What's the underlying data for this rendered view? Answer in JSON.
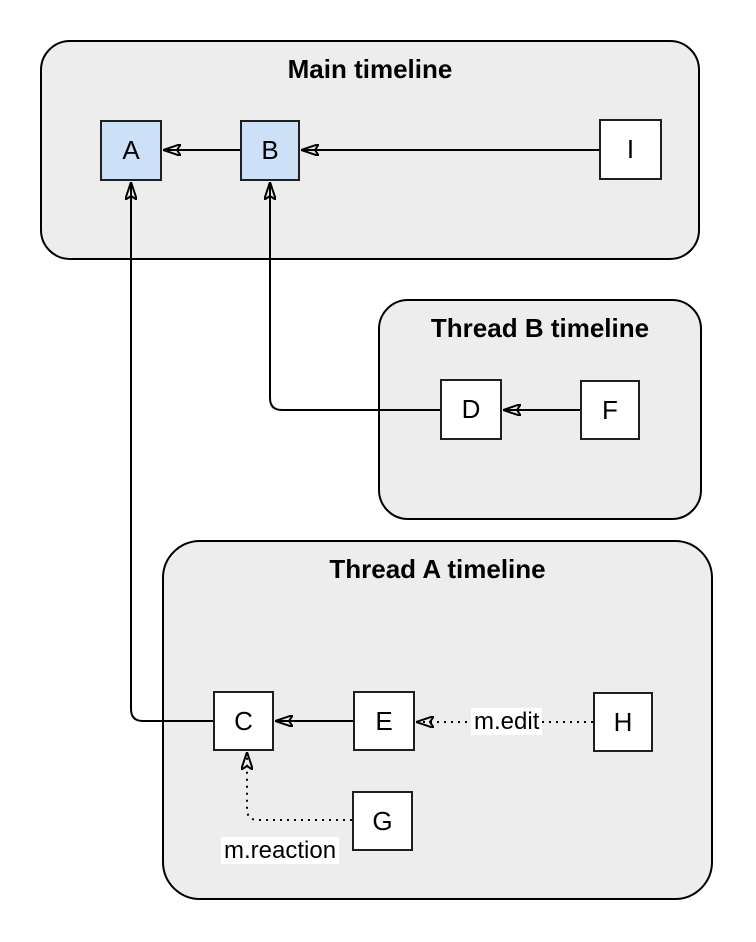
{
  "diagram": {
    "containers": [
      {
        "id": "main",
        "title": "Main timeline"
      },
      {
        "id": "thread-b",
        "title": "Thread B timeline"
      },
      {
        "id": "thread-a",
        "title": "Thread A timeline"
      }
    ],
    "nodes": [
      {
        "id": "A",
        "label": "A",
        "style": "highlighted",
        "timeline": "main"
      },
      {
        "id": "B",
        "label": "B",
        "style": "highlighted",
        "timeline": "main"
      },
      {
        "id": "I",
        "label": "I",
        "style": "plain",
        "timeline": "main"
      },
      {
        "id": "D",
        "label": "D",
        "style": "plain",
        "timeline": "thread-b"
      },
      {
        "id": "F",
        "label": "F",
        "style": "plain",
        "timeline": "thread-b"
      },
      {
        "id": "C",
        "label": "C",
        "style": "plain",
        "timeline": "thread-a"
      },
      {
        "id": "E",
        "label": "E",
        "style": "plain",
        "timeline": "thread-a"
      },
      {
        "id": "H",
        "label": "H",
        "style": "plain",
        "timeline": "thread-a"
      },
      {
        "id": "G",
        "label": "G",
        "style": "plain",
        "timeline": "thread-a"
      }
    ],
    "edges": [
      {
        "from": "B",
        "to": "A",
        "style": "solid",
        "label": ""
      },
      {
        "from": "I",
        "to": "B",
        "style": "solid",
        "label": ""
      },
      {
        "from": "F",
        "to": "D",
        "style": "solid",
        "label": ""
      },
      {
        "from": "D",
        "to": "B",
        "style": "solid",
        "label": ""
      },
      {
        "from": "E",
        "to": "C",
        "style": "solid",
        "label": ""
      },
      {
        "from": "C",
        "to": "A",
        "style": "solid",
        "label": ""
      },
      {
        "from": "H",
        "to": "E",
        "style": "dotted",
        "label": "m.edit"
      },
      {
        "from": "G",
        "to": "C",
        "style": "dotted",
        "label": "m.reaction"
      }
    ],
    "colors": {
      "container_fill": "#ededed",
      "container_stroke": "#000000",
      "node_fill": "#ffffff",
      "node_fill_highlight": "#cce1f8",
      "node_stroke": "#1f1f1f",
      "edge_color": "#000000",
      "label_bg": "#ffffff"
    }
  }
}
